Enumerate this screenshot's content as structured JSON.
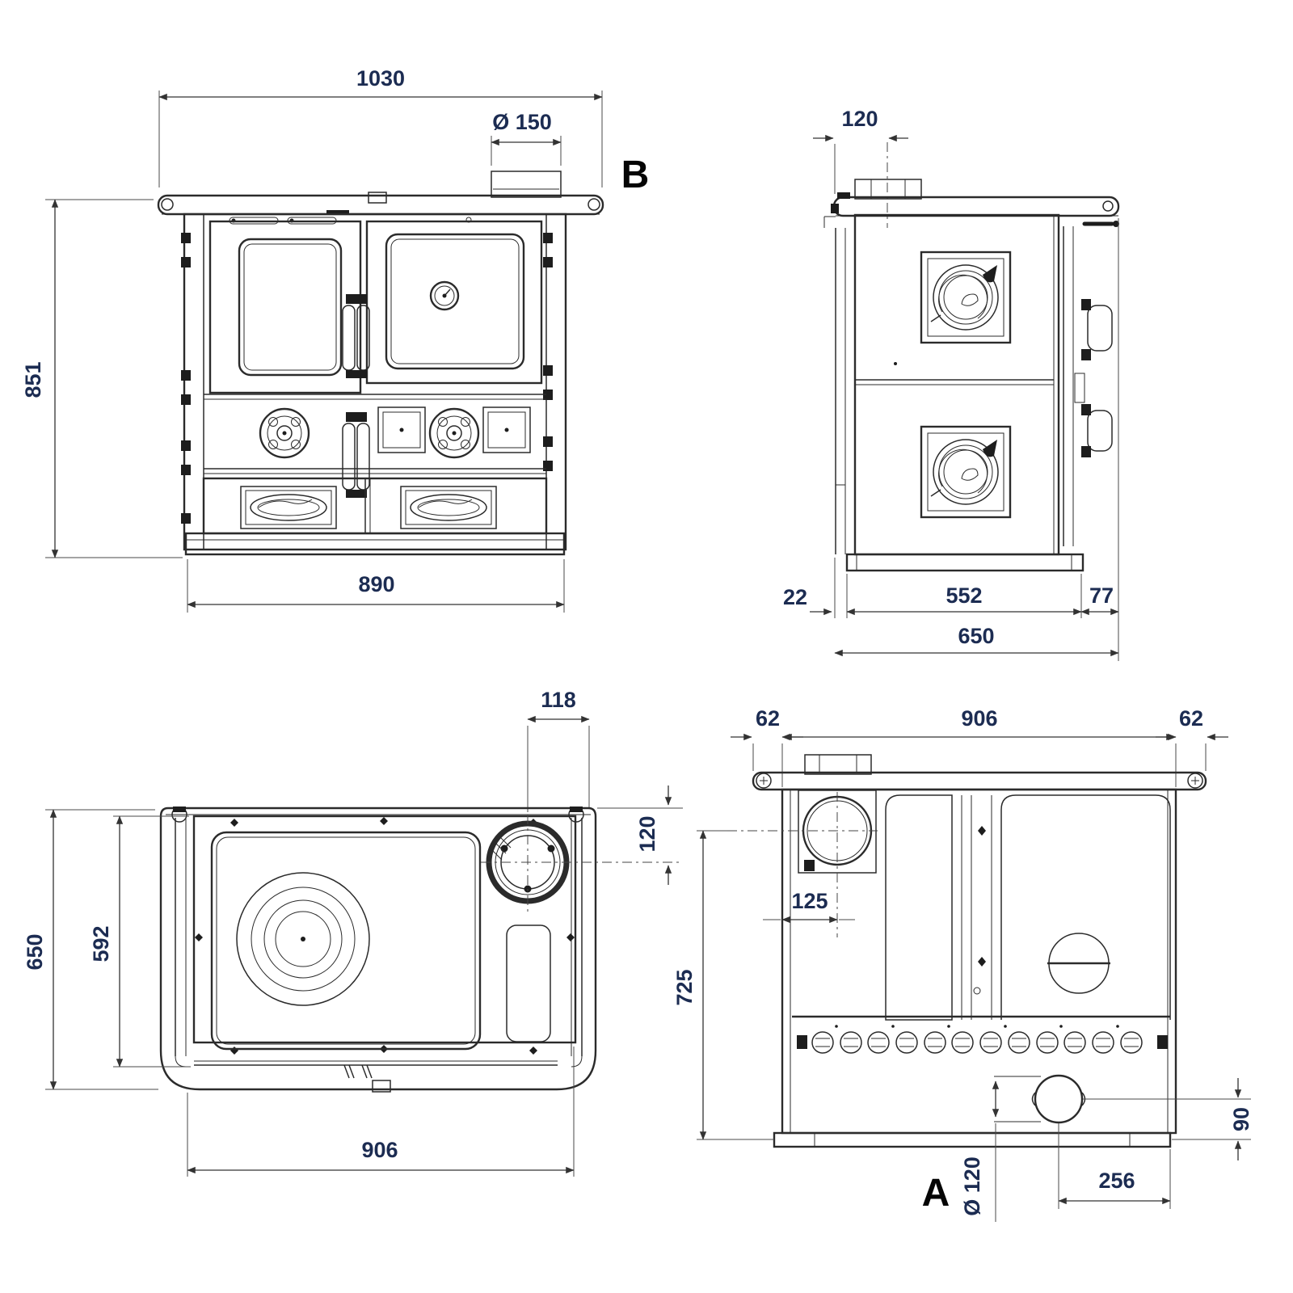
{
  "colors": {
    "background": "#ffffff",
    "line": "#2b2b2b",
    "dimension_text": "#1c2c52"
  },
  "views": {
    "front": {
      "label": "B",
      "dims": {
        "width_top": "1030",
        "flue_diameter": "Ø 150",
        "height": "851",
        "width_base": "890"
      }
    },
    "side": {
      "dims": {
        "flue_offset": "120",
        "rear_clearance": "22",
        "base_depth": "552",
        "front_ledge": "77",
        "total_depth": "650"
      }
    },
    "top": {
      "dims": {
        "flue_from_edge": "118",
        "flue_from_back": "120",
        "total_depth": "650",
        "plate_depth": "592",
        "plate_width": "906"
      }
    },
    "rear": {
      "label": "A",
      "dims": {
        "left_overhang": "62",
        "width": "906",
        "right_overhang": "62",
        "flue_from_side": "125",
        "flue_height": "725",
        "outlet_from_base": "90",
        "outlet_diameter": "Ø 120",
        "outlet_from_corner": "256"
      }
    }
  }
}
